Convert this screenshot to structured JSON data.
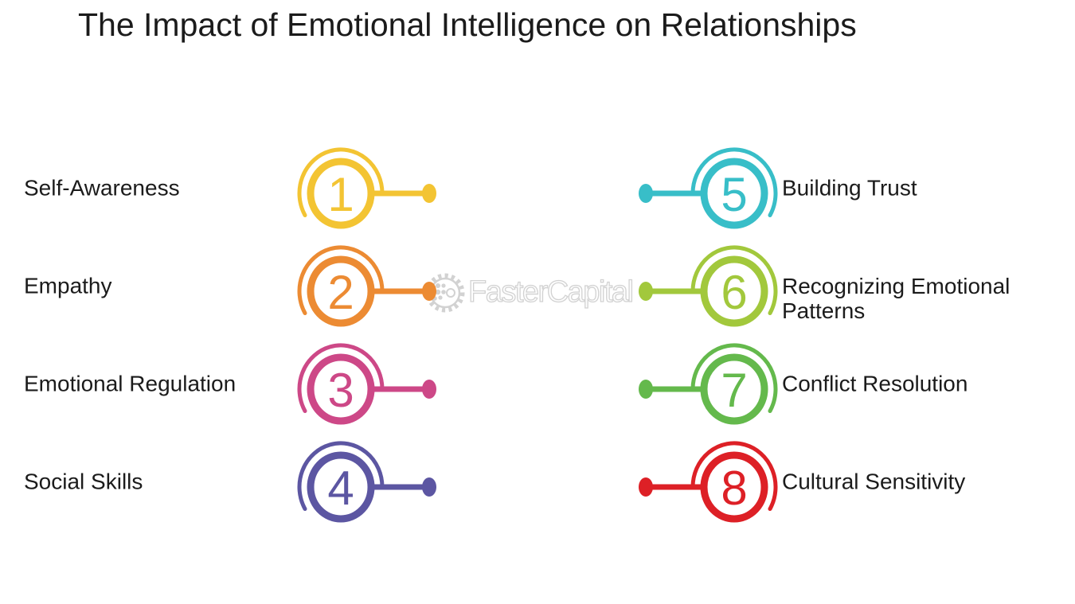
{
  "title": "The Impact of Emotional Intelligence on Relationships",
  "background_color": "#ffffff",
  "text_color": "#1b1b1b",
  "watermark": {
    "text": "FasterCapital",
    "icon": "gear-icon",
    "color": "#d2d2d2"
  },
  "items": [
    {
      "number": "1",
      "label": "Self-Awareness",
      "color": "#F3C433",
      "side": "left"
    },
    {
      "number": "2",
      "label": "Empathy",
      "color": "#EC8B33",
      "side": "left"
    },
    {
      "number": "3",
      "label": "Emotional Regulation",
      "color": "#CD4887",
      "side": "left"
    },
    {
      "number": "4",
      "label": "Social Skills",
      "color": "#5C56A2",
      "side": "left"
    },
    {
      "number": "5",
      "label": "Building Trust",
      "color": "#38BEC8",
      "side": "right"
    },
    {
      "number": "6",
      "label": "Recognizing Emotional Patterns",
      "color": "#A2C83C",
      "side": "right"
    },
    {
      "number": "7",
      "label": "Conflict Resolution",
      "color": "#64B94C",
      "side": "right"
    },
    {
      "number": "8",
      "label": "Cultural Sensitivity",
      "color": "#DD2026",
      "side": "right"
    }
  ]
}
